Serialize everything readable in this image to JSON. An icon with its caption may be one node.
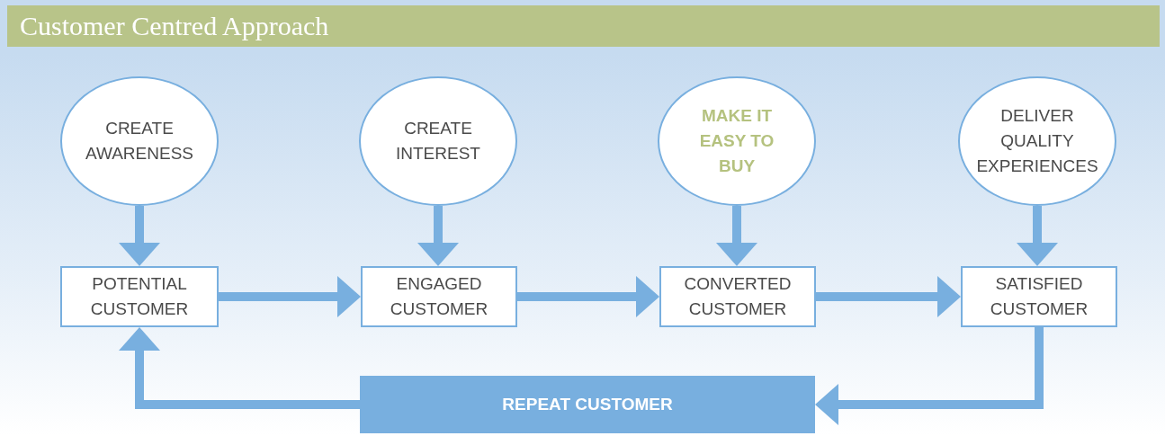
{
  "diagram": {
    "title": "Customer Centred Approach",
    "nodes": [
      {
        "text": [
          "CREATE AWARENESS"
        ]
      },
      {
        "text": [
          "CREATE INTEREST"
        ]
      },
      {
        "text": [
          "MAKE IT EASY TO BUY"
        ]
      },
      {
        "text": [
          "DELIVER QUALITY EXPERIENCES"
        ]
      },
      {
        "text": [
          "POTENTIAL CUSTOMER"
        ]
      },
      {
        "text": [
          "ENGAGED CUSTOMER"
        ]
      },
      {
        "text": [
          "CONVERTED CUSTOMER"
        ]
      },
      {
        "text": [
          "SATISFIED CUSTOMER"
        ]
      },
      {
        "text": [
          "REPEAT CUSTOMER"
        ]
      }
    ],
    "edges": [
      {
        "from": 0,
        "to": 4,
        "arrow": "to"
      },
      {
        "from": 1,
        "to": 5,
        "arrow": "to"
      },
      {
        "from": 2,
        "to": 6,
        "arrow": "to"
      },
      {
        "from": 3,
        "to": 7,
        "arrow": "to"
      },
      {
        "from": 4,
        "to": 5,
        "arrow": "to"
      },
      {
        "from": 5,
        "to": 6,
        "arrow": "to"
      },
      {
        "from": 6,
        "to": 7,
        "arrow": "to"
      },
      {
        "from": 7,
        "to": 8,
        "arrow": "to"
      },
      {
        "from": 8,
        "to": 4,
        "arrow": "to"
      }
    ]
  }
}
